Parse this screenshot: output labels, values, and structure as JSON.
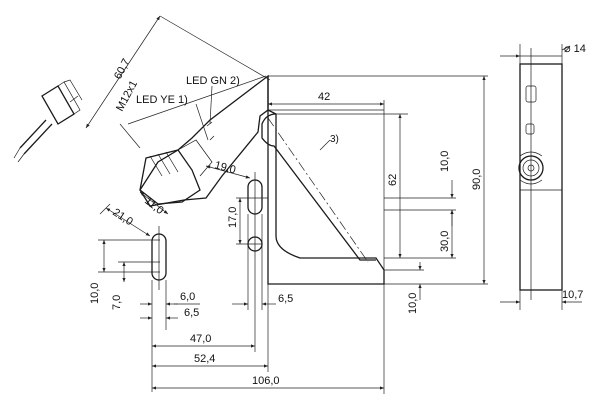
{
  "diagram": {
    "labels": {
      "d60_7": "60,7",
      "m12x1": "M12x1",
      "led_gn": "LED GN 2)",
      "led_ye": "LED YE 1)",
      "d42": "42",
      "note3": "3)",
      "d19_0": "19,0",
      "d11_0": "11,0",
      "d21_0": "21,0",
      "d17_0": "17,0",
      "d62": "62",
      "d10_0_right": "10,0",
      "d30_0": "30,0",
      "d90_0": "90,0",
      "d10_0_left": "10,0",
      "d7_0": "7,0",
      "d6_0": "6,0",
      "d6_5_a": "6,5",
      "d6_5_b": "6,5",
      "d47_0": "47,0",
      "d52_4": "52,4",
      "d106_0": "106,0",
      "d10_0_bottom": "10,0",
      "diam14": "⌀ 14",
      "d10_7": "10,7"
    }
  }
}
